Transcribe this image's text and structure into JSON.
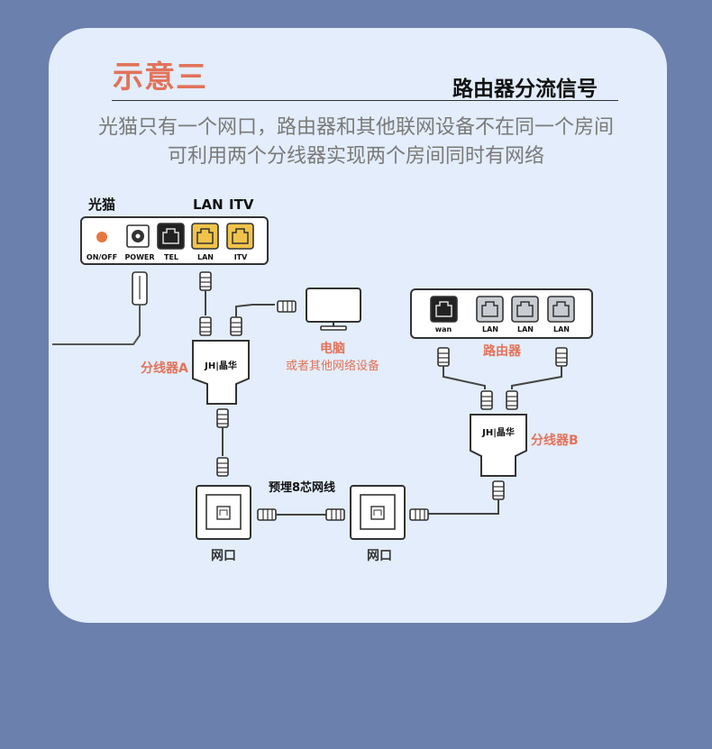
{
  "header": {
    "title": "示意三",
    "subtitle": "路由器分流信号",
    "desc_line1": "光猫只有一个网口，路由器和其他联网设备不在同一个房间",
    "desc_line2": "可利用两个分线器实现两个房间同时有网络"
  },
  "modem": {
    "name": "光猫",
    "top_lan": "LAN",
    "top_itv": "ITV",
    "ports": [
      "ON/OFF",
      "POWER",
      "TEL",
      "LAN",
      "ITV"
    ]
  },
  "computer": {
    "name": "电脑",
    "alt": "或者其他网络设备"
  },
  "splitter_a": {
    "name": "分线器A",
    "brand": "JH|晶华"
  },
  "splitter_b": {
    "name": "分线器B",
    "brand": "JH|晶华"
  },
  "router": {
    "name": "路由器",
    "ports": [
      "wan",
      "LAN",
      "LAN",
      "LAN"
    ]
  },
  "cable": {
    "label": "预埋8芯网线"
  },
  "wall_port_left": {
    "name": "网口"
  },
  "wall_port_right": {
    "name": "网口"
  },
  "colors": {
    "accent": "#e2735a",
    "card_bg": "#e3edfb",
    "page_bg": "#6b80ad",
    "port_yellow": "#f0c34a"
  }
}
